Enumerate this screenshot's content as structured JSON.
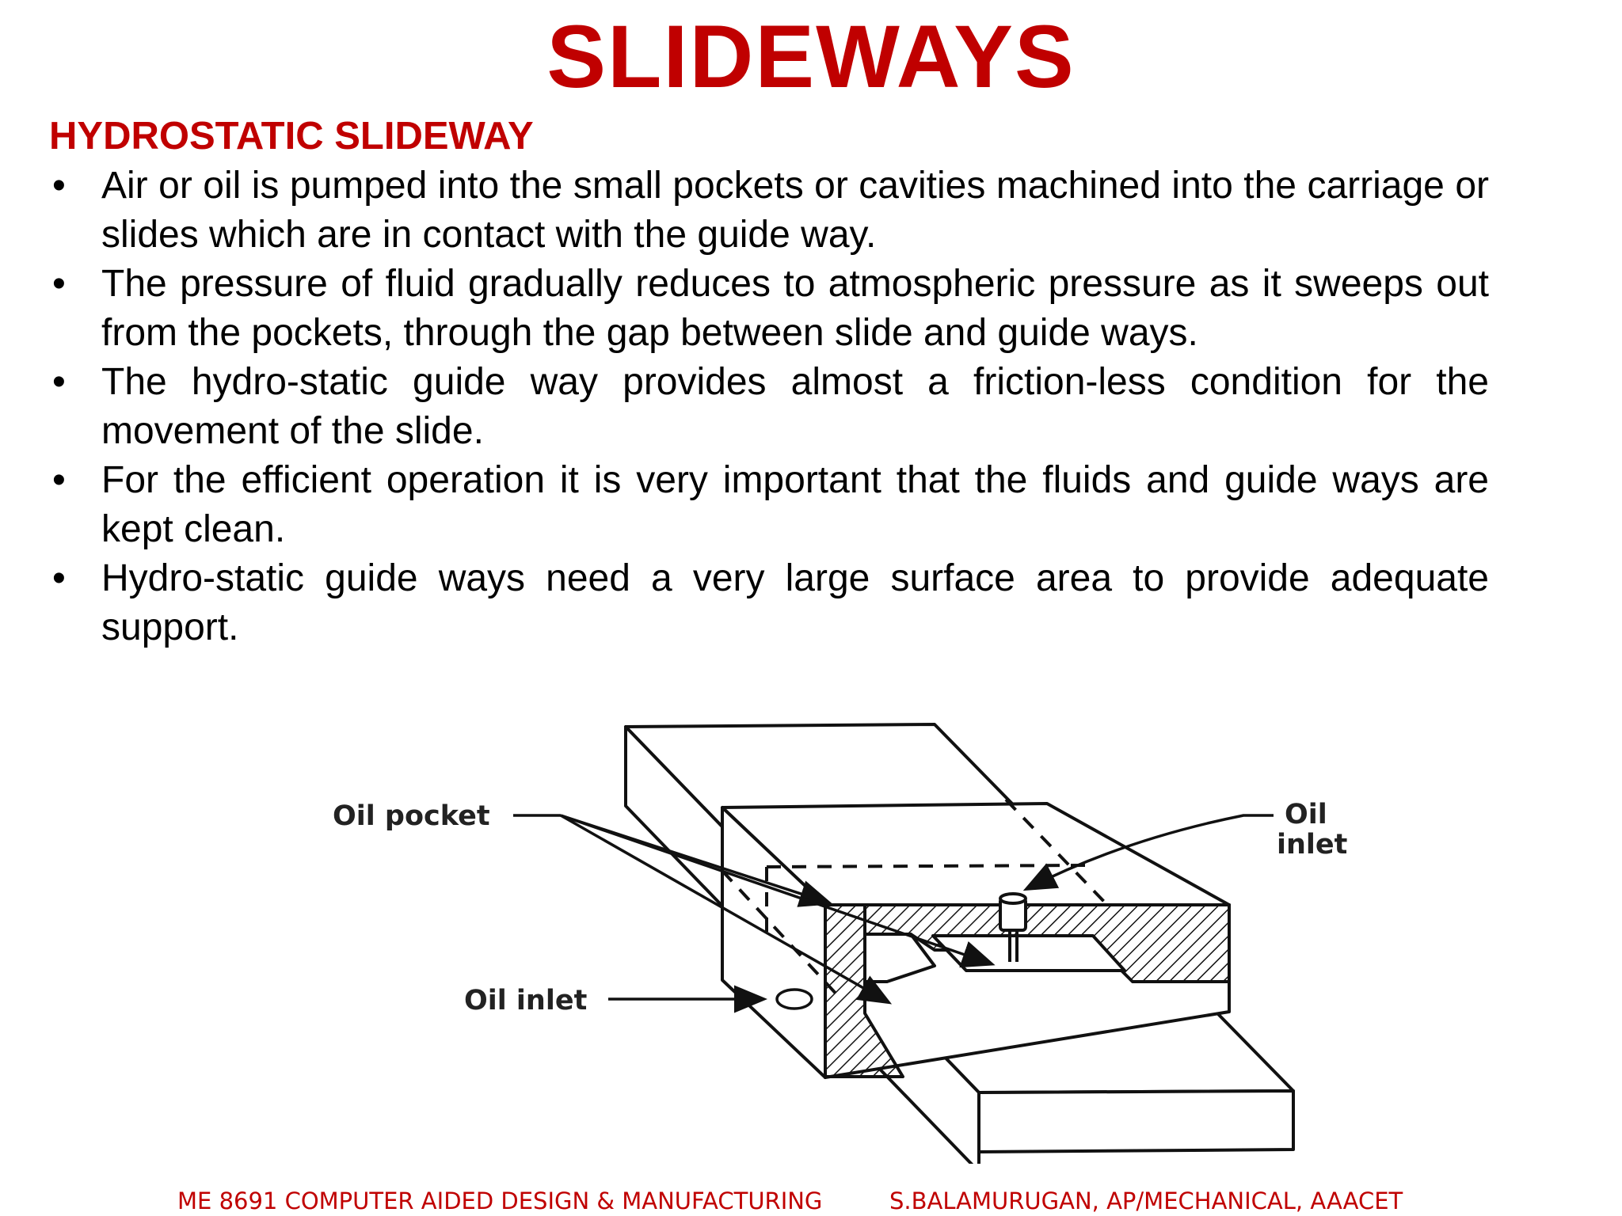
{
  "slide": {
    "title": "SLIDEWAYS",
    "subtitle": "HYDROSTATIC SLIDEWAY",
    "bullet_symbol": "•",
    "bullets": [
      "Air or oil is pumped into the small pockets or cavities machined into the carriage or slides which are in contact with the guide way.",
      "The pressure of fluid gradually reduces to atmospheric pressure as it sweeps out from the pockets, through the gap between slide and guide ways.",
      "The hydro-static guide way provides almost a friction-less condition for the movement of the slide.",
      "For the efficient operation it is very important that the fluids and guide ways are kept clean.",
      "Hydro-static guide ways need a very large surface area to provide adequate support."
    ]
  },
  "diagram": {
    "labels": {
      "oil_pocket": "Oil pocket",
      "oil_inlet_right_line1": "Oil",
      "oil_inlet_right_line2": "inlet",
      "oil_inlet_left": "Oil inlet"
    }
  },
  "footer": {
    "left": "ME 8691 COMPUTER AIDED DESIGN & MANUFACTURING",
    "right": "S.BALAMURUGAN, AP/MECHANICAL, AAACET"
  },
  "colors": {
    "accent": "#c00000",
    "text": "#000000",
    "background": "#ffffff"
  }
}
